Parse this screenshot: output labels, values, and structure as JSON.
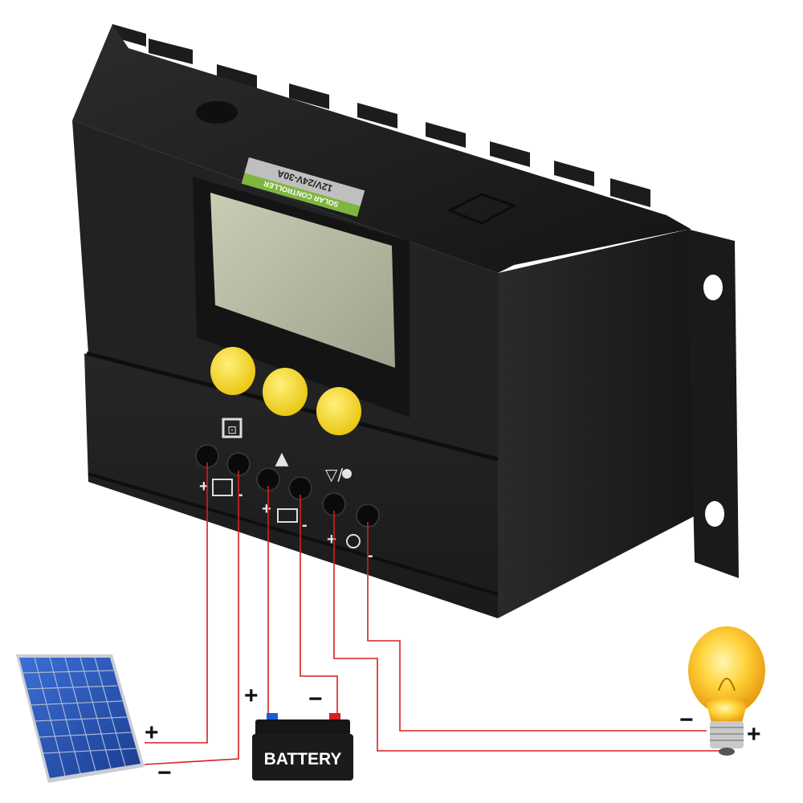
{
  "controller": {
    "model_label": "12V/24V-30A",
    "model_sublabel": "SOLAR CONTROLLER",
    "button_color": "#f5d51e",
    "body_color": "#1e1e1e"
  },
  "terminal_icons": {
    "solar": "⊡",
    "battery": "▲",
    "load": "▽/"
  },
  "terminal_signs": {
    "solar_plus": "+",
    "solar_minus": "-",
    "battery_plus": "+",
    "battery_minus": "-",
    "load_plus": "+",
    "load_minus": "-"
  },
  "wiring": {
    "solar_plus": "+",
    "solar_minus": "−",
    "battery_plus": "+",
    "battery_minus": "−",
    "battery_label": "BATTERY",
    "bulb_minus": "−",
    "bulb_plus": "+",
    "wire_color": "#d32020"
  }
}
